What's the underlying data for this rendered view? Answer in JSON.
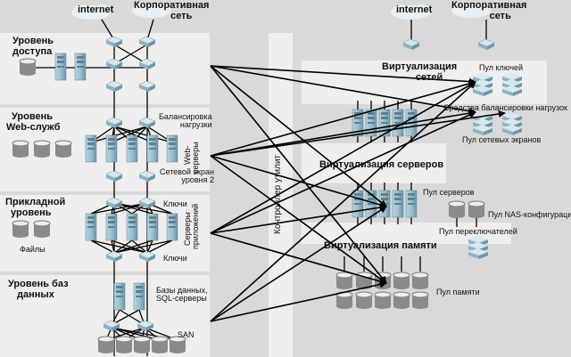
{
  "clouds": {
    "left_internet": "internet",
    "left_corporate_line1": "Корпоративная",
    "left_corporate_line2": "сеть",
    "right_internet": "internet",
    "right_corporate_line1": "Корпоративная",
    "right_corporate_line2": "сеть"
  },
  "tiers": {
    "access": {
      "line1": "Уровень",
      "line2": "доступа"
    },
    "web": {
      "line1": "Уровень",
      "line2": "Web-служб",
      "lb_line1": "Балансировка",
      "lb_line2": "нагрузки",
      "servers_line1": "Web-",
      "servers_line2": "серверы",
      "fw_line1": "Сетевой экран",
      "fw_line2": "уровня 2"
    },
    "app": {
      "line1": "Прикладной",
      "line2": "уровень",
      "files": "Файлы",
      "keys_top": "Ключи",
      "keys_bottom": "Ключи",
      "servers_line1": "Серверы",
      "servers_line2": "приложений"
    },
    "db": {
      "line1": "Уровень баз",
      "line2": "данных",
      "servers_line1": "Базы данных,",
      "servers_line2": "SQL-серверы",
      "san": "SAN"
    }
  },
  "controller": {
    "label": "Контроллер утилит"
  },
  "virtualization": {
    "network": {
      "line1": "Виртуализация",
      "line2": "сетей",
      "key_pool": "Пул ключей",
      "lb_tools": "Средства балансировки нагрузок",
      "fw_pool": "Пул сетевых экранов"
    },
    "servers": {
      "title": "Виртуализация серверов",
      "server_pool": "Пул серверов",
      "nas_pool": "Пул NAS-конфигураций",
      "switch_pool": "Пул переключателей"
    },
    "storage": {
      "title": "Виртуализация памяти",
      "storage_pool": "Пул памяти"
    }
  },
  "colors": {
    "background": "#d9d9d9",
    "panel": "#eeeeee",
    "device": "#9fc3d3",
    "disk": "#8a8a8a",
    "line": "#000000"
  }
}
